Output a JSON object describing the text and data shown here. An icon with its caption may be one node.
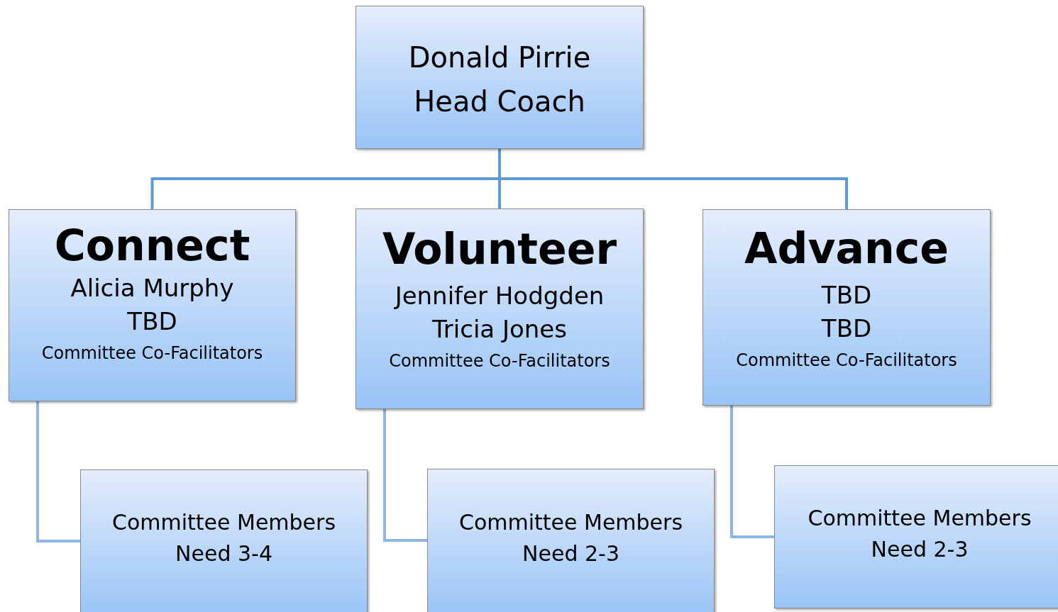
{
  "diagram": {
    "nodes": [
      {
        "text": [
          "Donald Pirrie",
          "Head Coach"
        ]
      },
      {
        "text": [
          "Connect",
          "Alicia Murphy",
          "TBD",
          "Committee Co-Facilitators"
        ]
      },
      {
        "text": [
          "Volunteer",
          "Jennifer Hodgden",
          "Tricia Jones",
          "Committee Co-Facilitators"
        ]
      },
      {
        "text": [
          "Advance",
          "TBD",
          "TBD",
          "Committee Co-Facilitators"
        ]
      },
      {
        "text": [
          "Committee Members",
          "Need 3-4"
        ]
      },
      {
        "text": [
          "Committee Members",
          "Need 2-3"
        ]
      },
      {
        "text": [
          "Committee Members",
          "Need 2-3"
        ]
      }
    ],
    "edges": [
      {
        "from": 0,
        "to": 1,
        "arrow": "none"
      },
      {
        "from": 0,
        "to": 2,
        "arrow": "none"
      },
      {
        "from": 0,
        "to": 3,
        "arrow": "none"
      },
      {
        "from": 1,
        "to": 4,
        "arrow": "none",
        "color": "#8fb5e4"
      },
      {
        "from": 2,
        "to": 5,
        "arrow": "none",
        "color": "#8fb5e4"
      },
      {
        "from": 3,
        "to": 6,
        "arrow": "none",
        "color": "#8fb5e4"
      }
    ]
  }
}
